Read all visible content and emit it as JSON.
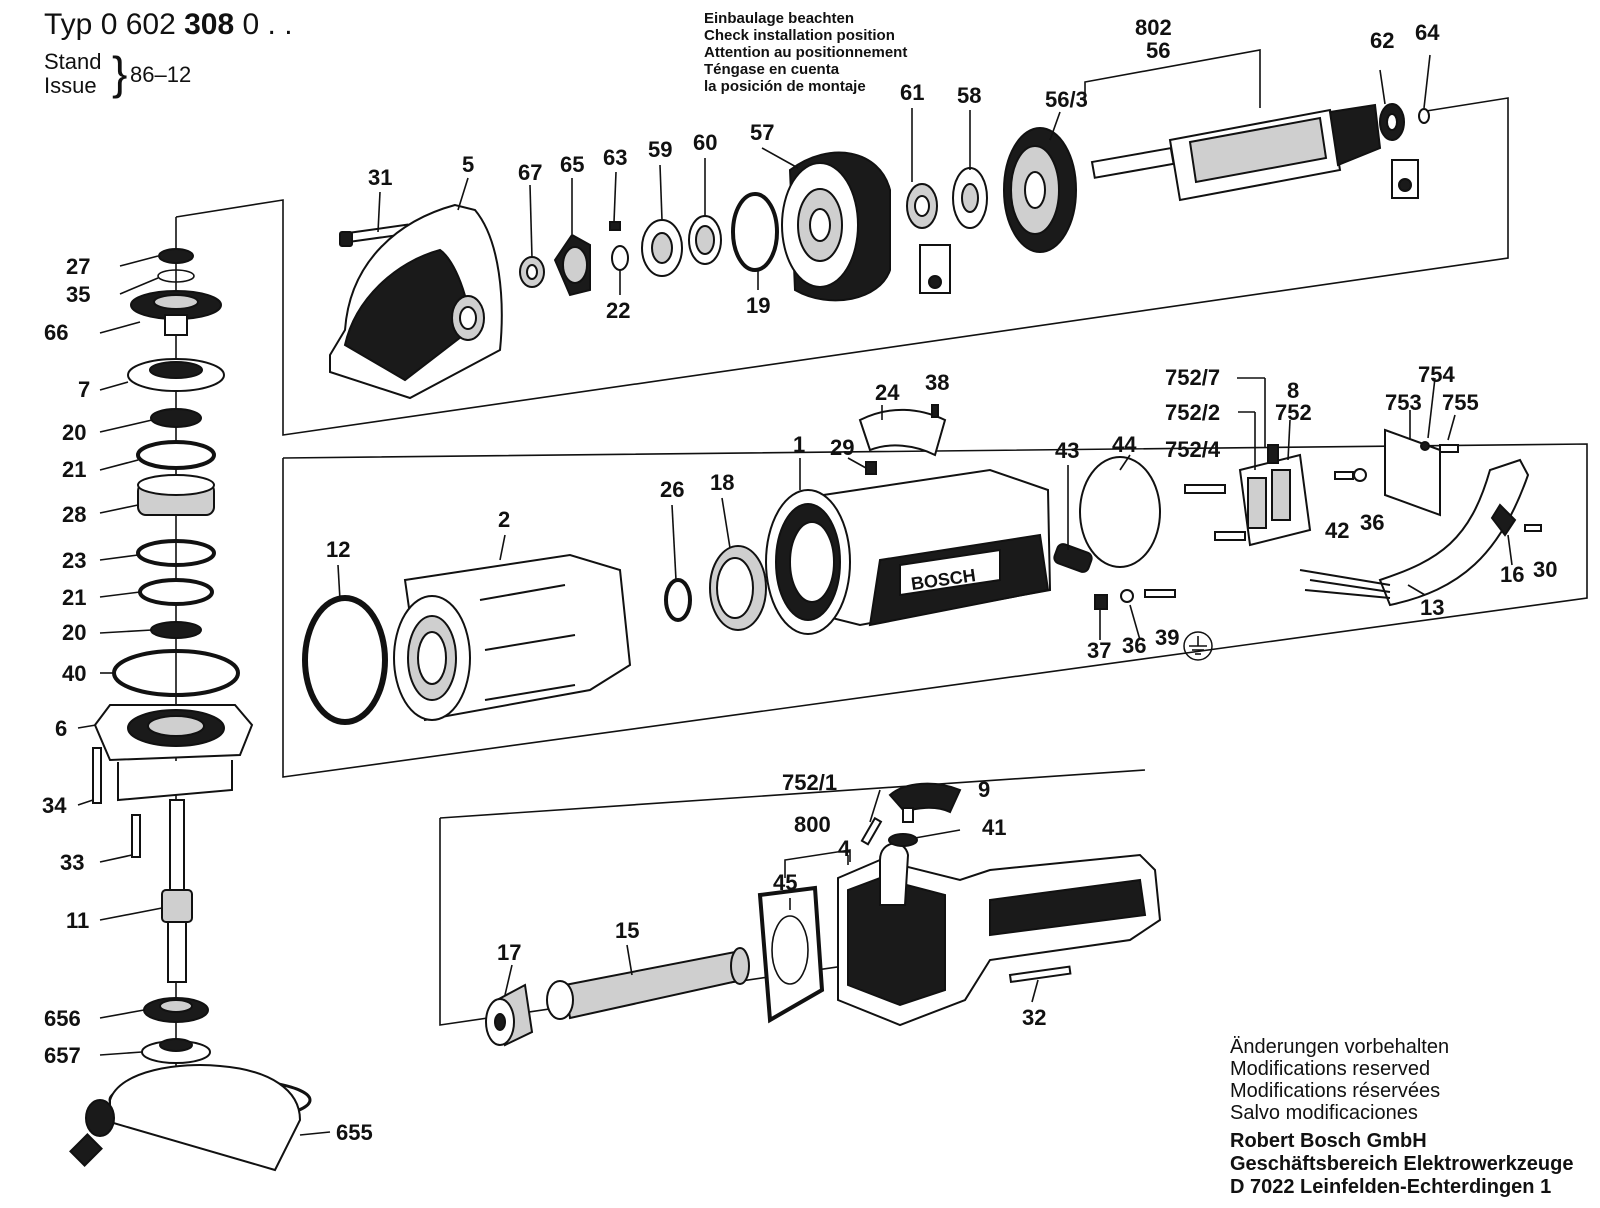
{
  "header": {
    "typ_label": "Typ",
    "typ_prefix": "0 602",
    "typ_bold": "308",
    "typ_suffix": "0 . .",
    "stand_label": "Stand",
    "issue_label": "Issue",
    "issue_date": "86–12"
  },
  "installation_note": [
    "Einbaulage beachten",
    "Check installation position",
    "Attention au positionnement",
    "Téngase en cuenta",
    "la posición de montaje"
  ],
  "footer": {
    "notes": [
      "Änderungen vorbehalten",
      "Modifications reserved",
      "Modifications réservées",
      "Salvo modificaciones"
    ],
    "company": [
      "Robert Bosch GmbH",
      "Geschäftsbereich Elektrowerkzeuge",
      "D 7022 Leinfelden-Echterdingen 1"
    ]
  },
  "brand_text": "BOSCH",
  "callouts": [
    {
      "id": "c31",
      "text": "31"
    },
    {
      "id": "c5",
      "text": "5"
    },
    {
      "id": "c67",
      "text": "67"
    },
    {
      "id": "c65",
      "text": "65"
    },
    {
      "id": "c63",
      "text": "63"
    },
    {
      "id": "c59",
      "text": "59"
    },
    {
      "id": "c60",
      "text": "60"
    },
    {
      "id": "c57",
      "text": "57"
    },
    {
      "id": "c61",
      "text": "61"
    },
    {
      "id": "c58",
      "text": "58"
    },
    {
      "id": "c563",
      "text": "56/3"
    },
    {
      "id": "c802",
      "text": "802"
    },
    {
      "id": "c56",
      "text": "56"
    },
    {
      "id": "c62",
      "text": "62"
    },
    {
      "id": "c64",
      "text": "64"
    },
    {
      "id": "c22",
      "text": "22"
    },
    {
      "id": "c19",
      "text": "19"
    },
    {
      "id": "c27",
      "text": "27"
    },
    {
      "id": "c35",
      "text": "35"
    },
    {
      "id": "c66",
      "text": "66"
    },
    {
      "id": "c7",
      "text": "7"
    },
    {
      "id": "c20a",
      "text": "20"
    },
    {
      "id": "c21a",
      "text": "21"
    },
    {
      "id": "c28",
      "text": "28"
    },
    {
      "id": "c23",
      "text": "23"
    },
    {
      "id": "c21b",
      "text": "21"
    },
    {
      "id": "c20b",
      "text": "20"
    },
    {
      "id": "c40",
      "text": "40"
    },
    {
      "id": "c6",
      "text": "6"
    },
    {
      "id": "c34",
      "text": "34"
    },
    {
      "id": "c33",
      "text": "33"
    },
    {
      "id": "c11",
      "text": "11"
    },
    {
      "id": "c656",
      "text": "656"
    },
    {
      "id": "c657",
      "text": "657"
    },
    {
      "id": "c655",
      "text": "655"
    },
    {
      "id": "c12",
      "text": "12"
    },
    {
      "id": "c2",
      "text": "2"
    },
    {
      "id": "c26",
      "text": "26"
    },
    {
      "id": "c18",
      "text": "18"
    },
    {
      "id": "c1",
      "text": "1"
    },
    {
      "id": "c29",
      "text": "29"
    },
    {
      "id": "c24",
      "text": "24"
    },
    {
      "id": "c38",
      "text": "38"
    },
    {
      "id": "c43",
      "text": "43"
    },
    {
      "id": "c44",
      "text": "44"
    },
    {
      "id": "c7527",
      "text": "752/7"
    },
    {
      "id": "c8",
      "text": "8"
    },
    {
      "id": "c7522",
      "text": "752/2"
    },
    {
      "id": "c752",
      "text": "752"
    },
    {
      "id": "c7524",
      "text": "752/4"
    },
    {
      "id": "c754",
      "text": "754"
    },
    {
      "id": "c753",
      "text": "753"
    },
    {
      "id": "c755",
      "text": "755"
    },
    {
      "id": "c42",
      "text": "42"
    },
    {
      "id": "c36a",
      "text": "36"
    },
    {
      "id": "c16",
      "text": "16"
    },
    {
      "id": "c30",
      "text": "30"
    },
    {
      "id": "c13",
      "text": "13"
    },
    {
      "id": "c37",
      "text": "37"
    },
    {
      "id": "c36b",
      "text": "36"
    },
    {
      "id": "c39",
      "text": "39"
    },
    {
      "id": "c7521",
      "text": "752/1"
    },
    {
      "id": "c9",
      "text": "9"
    },
    {
      "id": "c800",
      "text": "800"
    },
    {
      "id": "c41",
      "text": "41"
    },
    {
      "id": "c4",
      "text": "4"
    },
    {
      "id": "c45",
      "text": "45"
    },
    {
      "id": "c15",
      "text": "15"
    },
    {
      "id": "c17",
      "text": "17"
    },
    {
      "id": "c32",
      "text": "32"
    }
  ]
}
